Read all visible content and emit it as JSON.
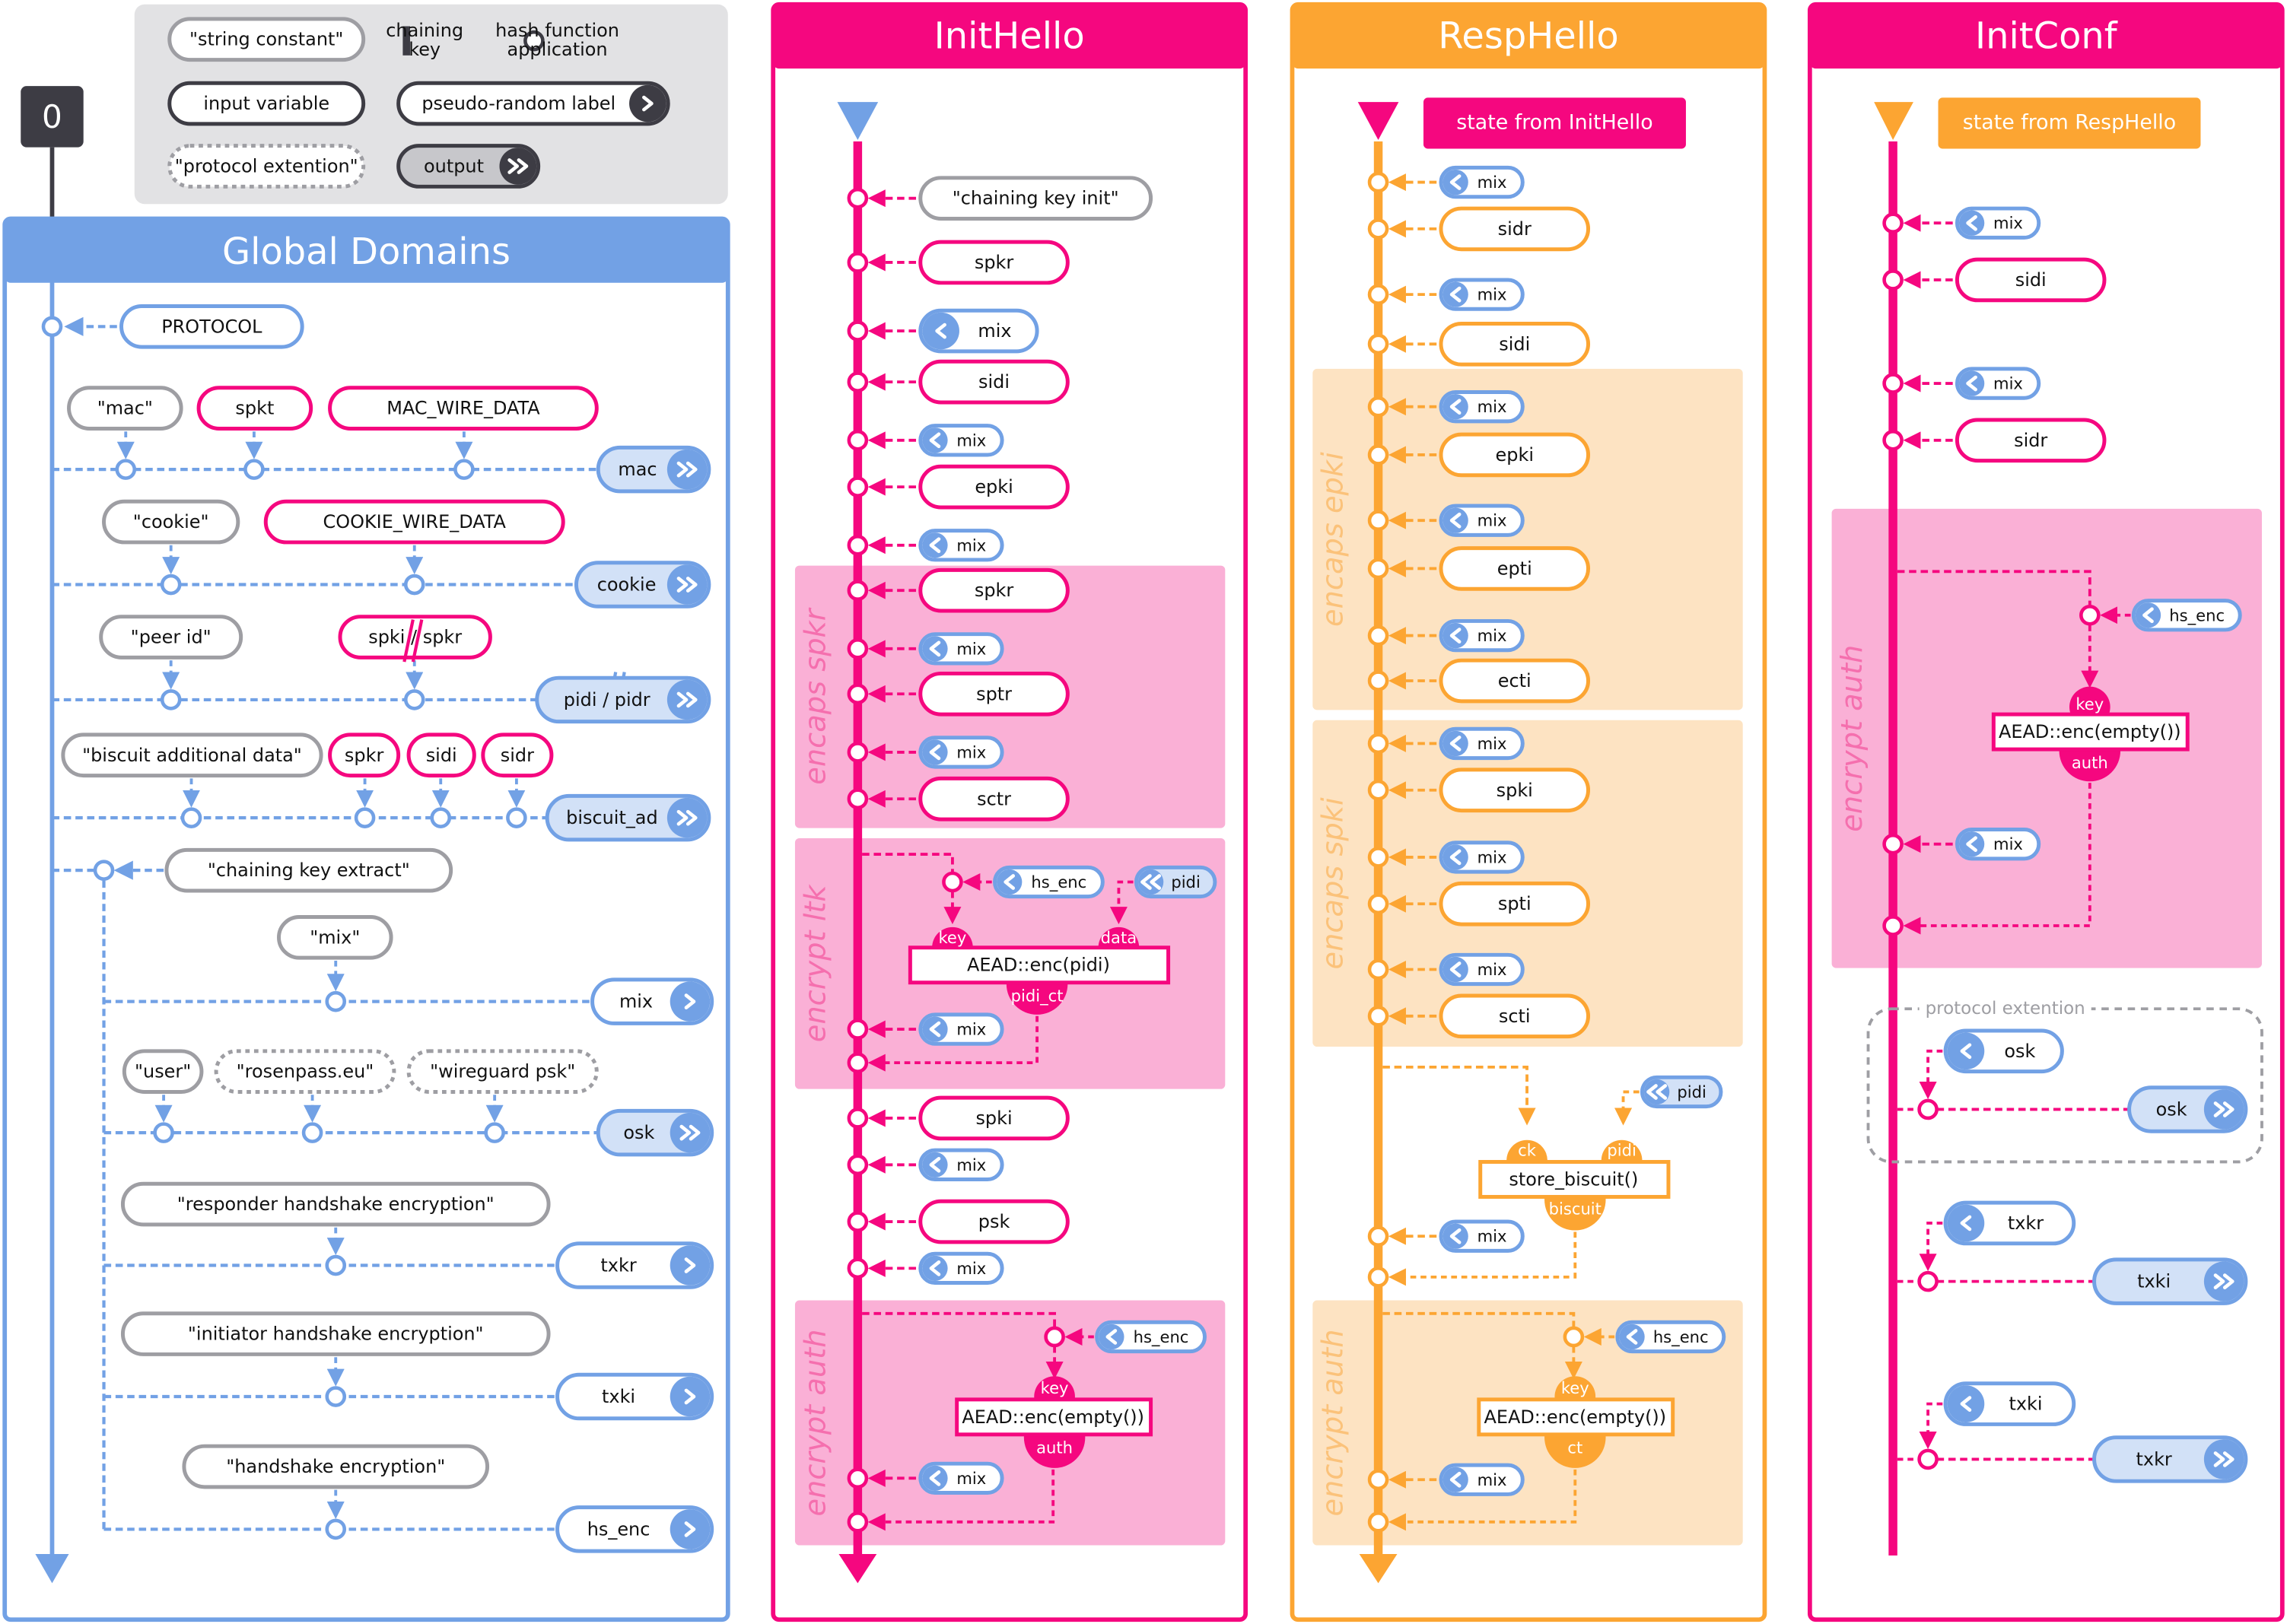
{
  "colors": {
    "blue": "#72a1e5",
    "blue_light": "#d2e1f7",
    "pink": "#f5077f",
    "pink_light": "#fab0d6",
    "orange": "#fca532",
    "orange_light": "#fde3c2",
    "gray": "#9e9ea3",
    "dark": "#3d3c44",
    "legend_bg": "#e2e2e4"
  },
  "legend": {
    "string_constant": "\"string constant\"",
    "chaining_key": [
      "chaining",
      "key"
    ],
    "hash_function": [
      "hash function",
      "application"
    ],
    "input_variable": "input variable",
    "pseudo_random_label": "pseudo-random label",
    "protocol_extention": "\"protocol extention\"",
    "output": "output"
  },
  "start_counter": "0",
  "global_domains": {
    "title": "Global Domains",
    "protocol": "PROTOCOL",
    "rows": [
      {
        "inputs": [
          {
            "text": "\"mac\"",
            "kind": "const"
          },
          {
            "text": "spkt",
            "kind": "var"
          },
          {
            "text": "MAC_WIRE_DATA",
            "kind": "var"
          }
        ],
        "result": "mac",
        "result_kind": "output"
      },
      {
        "inputs": [
          {
            "text": "\"cookie\"",
            "kind": "const"
          },
          {
            "text": "COOKIE_WIRE_DATA",
            "kind": "var"
          }
        ],
        "result": "cookie",
        "result_kind": "output"
      },
      {
        "inputs": [
          {
            "text": "\"peer id\"",
            "kind": "const"
          },
          {
            "text": "spki / spkr",
            "kind": "var"
          }
        ],
        "result": "pidi / pidr",
        "result_kind": "output"
      },
      {
        "inputs": [
          {
            "text": "\"biscuit additional data\"",
            "kind": "const"
          },
          {
            "text": "spkr",
            "kind": "var"
          },
          {
            "text": "sidi",
            "kind": "var"
          },
          {
            "text": "sidr",
            "kind": "var"
          }
        ],
        "result": "biscuit_ad",
        "result_kind": "output"
      }
    ],
    "extract": "\"chaining key extract\"",
    "derived": [
      {
        "inputs": [
          {
            "text": "\"mix\"",
            "kind": "const"
          }
        ],
        "result": "mix",
        "result_kind": "label"
      },
      {
        "inputs": [
          {
            "text": "\"user\"",
            "kind": "const"
          },
          {
            "text": "\"rosenpass.eu\"",
            "kind": "ext"
          },
          {
            "text": "\"wireguard psk\"",
            "kind": "ext"
          }
        ],
        "result": "osk",
        "result_kind": "output"
      },
      {
        "inputs": [
          {
            "text": "\"responder handshake encryption\"",
            "kind": "const"
          }
        ],
        "result": "txkr",
        "result_kind": "label"
      },
      {
        "inputs": [
          {
            "text": "\"initiator handshake encryption\"",
            "kind": "const"
          }
        ],
        "result": "txki",
        "result_kind": "label"
      },
      {
        "inputs": [
          {
            "text": "\"handshake encryption\"",
            "kind": "const"
          }
        ],
        "result": "hs_enc",
        "result_kind": "label"
      }
    ]
  },
  "init_hello": {
    "title": "InitHello",
    "steps": [
      "\"chaining key init\"",
      "spkr",
      "mix",
      "sidi",
      "mix",
      "epki",
      "mix",
      "spkr",
      "mix",
      "sptr",
      "mix",
      "sctr",
      "mix",
      "spki",
      "mix",
      "psk",
      "mix"
    ],
    "sections": [
      "encaps spkr",
      "encrypt ltk",
      "encrypt auth"
    ],
    "encrypt_ltk": {
      "key_label": "hs_enc",
      "data_label": "pidi",
      "func": "AEAD::enc(pidi)",
      "in_key": "key",
      "in_data": "data",
      "out": "pidi_ct",
      "mix": "mix"
    },
    "encrypt_auth": {
      "key_label": "hs_enc",
      "func": "AEAD::enc(empty())",
      "in_key": "key",
      "out": "auth",
      "mix": "mix"
    }
  },
  "resp_hello": {
    "title": "RespHello",
    "state_from": "state from InitHello",
    "steps": [
      "mix",
      "sidr",
      "mix",
      "sidi",
      "mix",
      "epki",
      "mix",
      "epti",
      "mix",
      "ecti",
      "mix",
      "spki",
      "mix",
      "spti",
      "mix",
      "scti"
    ],
    "sections": [
      "encaps epki",
      "encaps spki",
      "encrypt auth"
    ],
    "store_biscuit": {
      "data_label": "pidi",
      "func": "store_biscuit()",
      "in_ck": "ck",
      "in_pidi": "pidi",
      "out": "biscuit",
      "mix": "mix"
    },
    "encrypt_auth": {
      "key_label": "hs_enc",
      "func": "AEAD::enc(empty())",
      "in_key": "key",
      "out": "ct",
      "mix": "mix"
    }
  },
  "init_conf": {
    "title": "InitConf",
    "state_from": "state from RespHello",
    "steps": [
      "mix",
      "sidi",
      "mix",
      "sidr"
    ],
    "sections": [
      "encrypt auth"
    ],
    "encrypt_auth": {
      "key_label": "hs_enc",
      "func": "AEAD::enc(empty())",
      "in_key": "key",
      "out": "auth",
      "mix": "mix"
    },
    "protocol_extention": "protocol extention",
    "exports": [
      {
        "from": "osk",
        "to": "osk"
      },
      {
        "from": "txkr",
        "to": "txki"
      },
      {
        "from": "txki",
        "to": "txkr"
      }
    ]
  }
}
